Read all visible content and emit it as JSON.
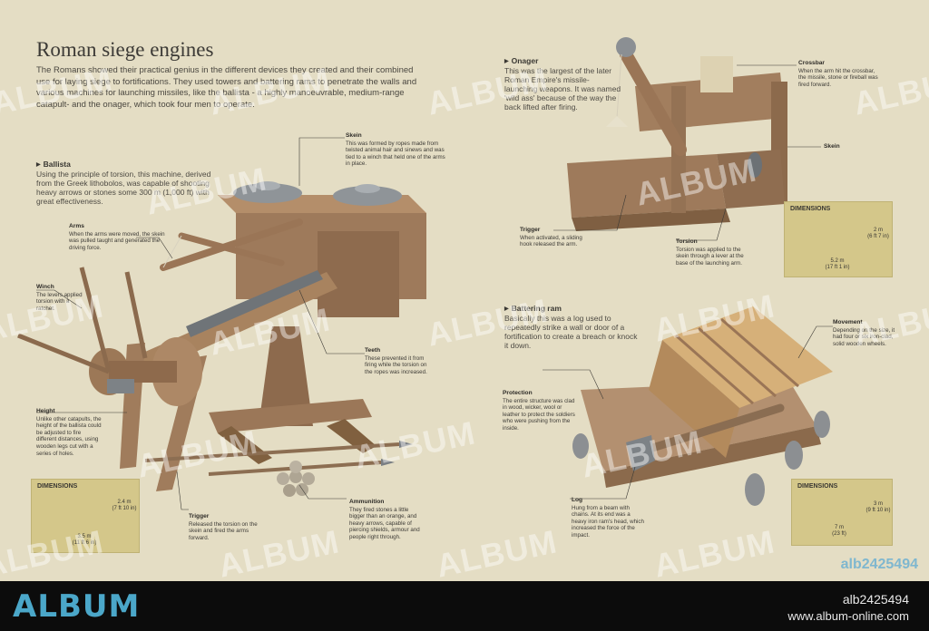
{
  "title": "Roman siege engines",
  "intro": "The Romans showed their practical genius in the different devices they created and their combined use for laying siege to fortifications. They used towers and battering rams to penetrate the walls and various machines for launching missiles, like the ballista - a highly manoeuvrable, medium-range catapult- and the onager, which took four men to operate.",
  "ballista": {
    "heading": "Ballista",
    "text": "Using the principle of torsion, this machine, derived from the Greek lithobolos, was capable of shooting heavy arrows or stones some 300 m (1,000 ft) with great effectiveness."
  },
  "onager": {
    "heading": "Onager",
    "text": "This was the largest of the later Roman Empire's missile-launching weapons. It was named 'wild ass' because of the way the back lifted after firing."
  },
  "ram": {
    "heading": "Battering ram",
    "text": "Basically this was a log used to repeatedly strike a wall or door of a fortification to create a breach or knock it down."
  },
  "labels": {
    "skein": {
      "title": "Skein",
      "text": "This was formed by ropes made from twisted animal hair and sinews and was tied to a winch that held one of the arms in place."
    },
    "arms": {
      "title": "Arms",
      "text": "When the arms were moved, the skein was pulled taught and generated the driving force."
    },
    "winch": {
      "title": "Winch",
      "text": "The levers applied torsion with a ratchet."
    },
    "teeth": {
      "title": "Teeth",
      "text": "These prevented it from firing while the torsion on the ropes was increased."
    },
    "height": {
      "title": "Height",
      "text": "Unlike other catapults, the height of the ballista could be adjusted to fire different distances, using wooden legs cut with a series of holes."
    },
    "trigger_b": {
      "title": "Trigger",
      "text": "Released the torsion on the skein and fired the arms forward."
    },
    "ammunition": {
      "title": "Ammunition",
      "text": "They fired stones a little bigger than an orange, and heavy arrows, capable of piercing shields, armour and people right through."
    },
    "crossbar": {
      "title": "Crossbar",
      "text": "When the arm hit the crossbar, the missile, stone or fireball was fired forward."
    },
    "skein_o": {
      "title": "Skein",
      "text": ""
    },
    "trigger_o": {
      "title": "Trigger",
      "text": "When activated, a sliding hook released the arm."
    },
    "torsion": {
      "title": "Torsion",
      "text": "Torsion was applied to the skein through a lever at the base of the launching arm."
    },
    "movement": {
      "title": "Movement",
      "text": "Depending on the size, it had four or six iron-clad, solid wooden wheels."
    },
    "protection": {
      "title": "Protection",
      "text": "The entire structure was clad in wood, wicker, wool or leather to protect the soldiers who were pushing from the inside."
    },
    "log": {
      "title": "Log",
      "text": "Hung from a beam with chains. At its end was a heavy iron ram's head, which increased the force of the impact."
    }
  },
  "dimensions": {
    "heading": "DIMENSIONS",
    "ballista": {
      "height": "2.4 m\n(7 ft 10 in)",
      "length": "3.5 m\n(11 ft 6 in)"
    },
    "onager": {
      "height": "2 m\n(6 ft 7 in)",
      "length": "5.2 m\n(17 ft 1 in)"
    },
    "ram": {
      "height": "3 m\n(9 ft 10 in)",
      "length": "7 m\n(23 ft)"
    }
  },
  "watermark": "ALBUM",
  "badge": "alb2425494",
  "footer": {
    "logo": "ALBUM",
    "id": "alb2425494",
    "url": "www.album-online.com"
  },
  "colors": {
    "background": "#e4ddc4",
    "wood": "#9a7556",
    "dimension_box": "#d4c78a",
    "brand": "#4ba7c9"
  }
}
